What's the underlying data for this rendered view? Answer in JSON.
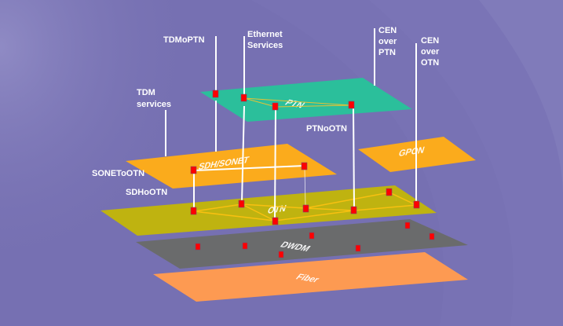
{
  "colors": {
    "background": "#7670b2",
    "ptn": "#2bbf9b",
    "sdh_sonet": "#fbab1c",
    "gpon": "#fbab1c",
    "otn": "#bfb310",
    "dwdm": "#6a6b6c",
    "fiber": "#fd9a52",
    "node": "#ff0000",
    "link_yellow": "#f6c51a",
    "link_white": "#ffffff"
  },
  "layers": [
    {
      "id": "ptn",
      "label": "PTN"
    },
    {
      "id": "sdh",
      "label": "SDH/SONET"
    },
    {
      "id": "gpon",
      "label": "GPON"
    },
    {
      "id": "otn",
      "label": "OTN"
    },
    {
      "id": "dwdm",
      "label": "DWDM"
    },
    {
      "id": "fiber",
      "label": "Fiber"
    }
  ],
  "service_labels": {
    "tdmoptn": "TDMoPTN",
    "ethernet": [
      "Ethernet",
      "Services"
    ],
    "cen_ptn": [
      "CEN",
      "over",
      "PTN"
    ],
    "cen_otn": [
      "CEN",
      "over",
      "OTN"
    ],
    "tdm": [
      "TDM",
      "services"
    ],
    "ptnootn": "PTNoOTN",
    "sonetootn": "SONEToOTN",
    "sdhootn": "SDHoOTN"
  }
}
